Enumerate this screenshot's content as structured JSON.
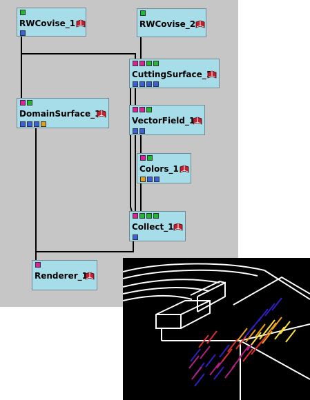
{
  "modules": [
    {
      "id": "rw1",
      "label": "RWCovise_1",
      "inputs": [
        "green"
      ],
      "outputs": [
        "blue"
      ]
    },
    {
      "id": "rw2",
      "label": "RWCovise_2",
      "inputs": [
        "green"
      ],
      "outputs": []
    },
    {
      "id": "cut",
      "label": "CuttingSurface_1",
      "inputs": [
        "magenta",
        "magenta",
        "green",
        "green"
      ],
      "outputs": [
        "blue",
        "blue",
        "blue",
        "blue"
      ]
    },
    {
      "id": "dom",
      "label": "DomainSurface_1",
      "inputs": [
        "magenta",
        "green"
      ],
      "outputs": [
        "blue",
        "blue",
        "blue",
        "orange"
      ]
    },
    {
      "id": "vec",
      "label": "VectorField_1",
      "inputs": [
        "magenta",
        "magenta",
        "green"
      ],
      "outputs": [
        "blue",
        "blue"
      ]
    },
    {
      "id": "col",
      "label": "Colors_1",
      "inputs": [
        "magenta",
        "green"
      ],
      "outputs": [
        "orange",
        "blue",
        "blue"
      ]
    },
    {
      "id": "collect",
      "label": "Collect_1",
      "inputs": [
        "magenta",
        "green",
        "green",
        "green"
      ],
      "outputs": [
        "blue"
      ]
    },
    {
      "id": "ren",
      "label": "Renderer_1",
      "inputs": [
        "magenta"
      ],
      "outputs": []
    }
  ],
  "icons": {
    "module_info": "book-icon"
  },
  "colors": {
    "canvas": "#c6c6c6",
    "module": "#a6dde8",
    "magenta_port": "#e0209a",
    "green_port": "#22b830",
    "blue_port": "#3a60e0",
    "orange_port": "#e0a020"
  }
}
